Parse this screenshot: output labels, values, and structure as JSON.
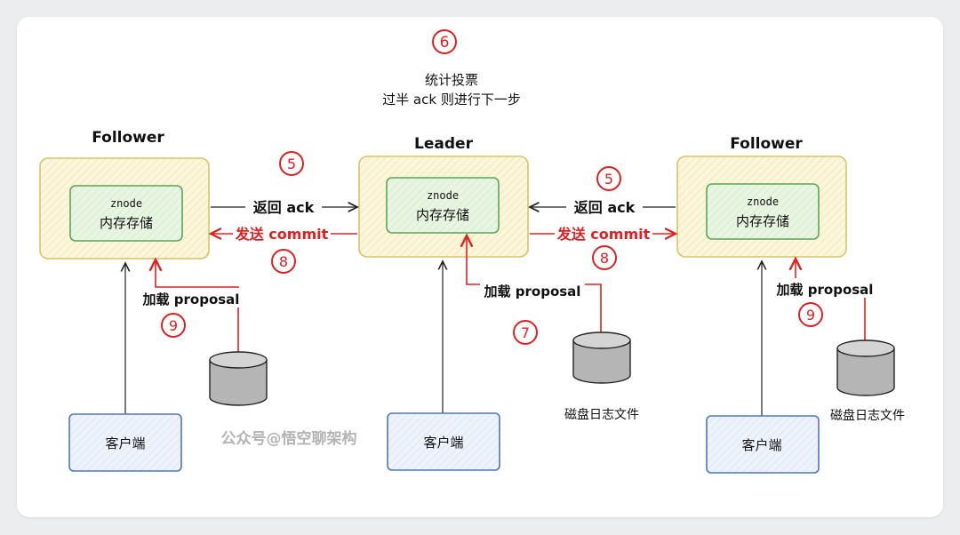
{
  "stats": {
    "step": "6",
    "line1": "统计投票",
    "line2": "过半 ack 则进行下一步"
  },
  "left": {
    "title": "Follower",
    "inner_top": "znode",
    "inner_bottom": "内存存储",
    "load_label": "加载 proposal",
    "load_step": "9",
    "client": "客户端"
  },
  "center": {
    "title": "Leader",
    "inner_top": "znode",
    "inner_bottom": "内存存储",
    "load_label": "加载 proposal",
    "load_step": "7",
    "disk_label": "磁盘日志文件",
    "client": "客户端"
  },
  "right": {
    "title": "Follower",
    "inner_top": "znode",
    "inner_bottom": "内存存储",
    "load_label": "加载 proposal",
    "load_step": "9",
    "disk_label": "磁盘日志文件",
    "client": "客户端"
  },
  "link_left": {
    "ack_label": "返回 ack",
    "ack_step": "5",
    "commit_label": "发送 commit",
    "commit_step": "8"
  },
  "link_right": {
    "ack_label": "返回 ack",
    "ack_step": "5",
    "commit_label": "发送 commit",
    "commit_step": "8"
  },
  "watermark": "公众号@悟空聊架构",
  "colors": {
    "outer_fill": "#fcf6dc",
    "outer_stroke": "#d7c46a",
    "inner_fill": "#e7f4e1",
    "inner_stroke": "#5aa55a",
    "client_fill": "#eaf1fb",
    "client_stroke": "#4d78b8",
    "accent_red": "#e02020",
    "disk_fill": "#b5b5b5"
  }
}
